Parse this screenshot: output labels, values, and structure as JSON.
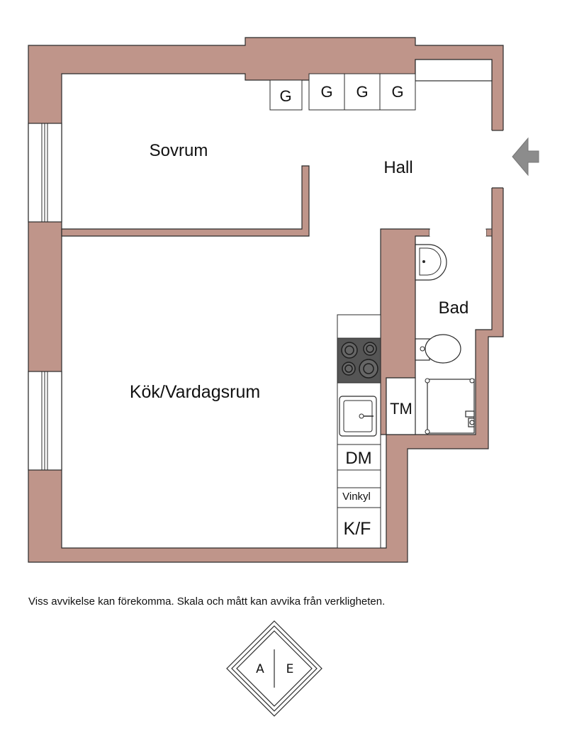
{
  "colors": {
    "wall": "#bf958a",
    "line": "#2b2b2b",
    "stove": "#555555",
    "floor": "#ffffff"
  },
  "rooms": {
    "sovrum": "Sovrum",
    "hall": "Hall",
    "kok": "Kök/Vardagsrum",
    "bad": "Bad"
  },
  "fixtures": {
    "wardrobe": "G",
    "tm": "TM",
    "dm": "DM",
    "vinkyl": "Vinkyl",
    "kf": "K/F"
  },
  "entrance_icon": "entrance-arrow-icon",
  "disclaimer": "Viss avvikelse kan förekomma. Skala och mått kan avvika från verkligheten.",
  "logo": {
    "left": "A",
    "right": "E"
  }
}
